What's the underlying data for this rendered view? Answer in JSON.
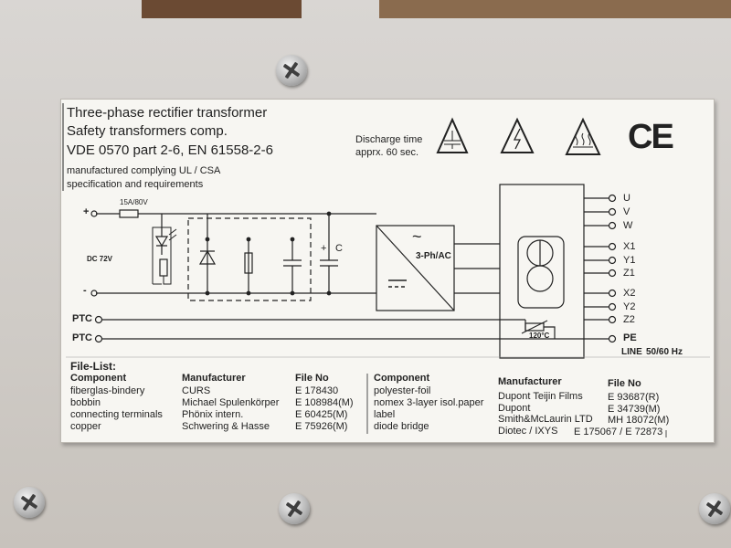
{
  "plate": {
    "title": "Three-phase rectifier transformer",
    "subtitle": "Safety transformers comp.",
    "standard": "VDE 0570 part 2-6, EN 61558-2-6",
    "ul_line1": "manufactured complying UL / CSA",
    "ul_line2": "specification and requirements",
    "discharge_line1": "Discharge time",
    "discharge_line2": "apprx. 60 sec.",
    "ce_mark": "CE"
  },
  "diagram": {
    "fuse": "15A/80V",
    "plus": "+",
    "minus": "-",
    "dc_voltage": "DC 72V",
    "cap_plus": "+",
    "cap_c": "C",
    "inverter_symbol": "~",
    "inverter_label": "3-Ph/AC",
    "ptc1": "PTC",
    "ptc2": "PTC",
    "thermal": "120°C",
    "terminals": [
      "U",
      "V",
      "W",
      "X1",
      "Y1",
      "Z1",
      "X2",
      "Y2",
      "Z2"
    ],
    "pe": "PE",
    "line": "LINE",
    "freq": "50/60 Hz"
  },
  "file_list": {
    "title": "File-List:",
    "headers": {
      "component": "Component",
      "manufacturer": "Manufacturer",
      "file_no": "File No"
    },
    "left": [
      {
        "component": "fiberglas-bindery",
        "manufacturer": "CURS",
        "file_no": "E  178430"
      },
      {
        "component": "bobbin",
        "manufacturer": "Michael Spulenkörper",
        "file_no": "E 108984(M)"
      },
      {
        "component": "connecting terminals",
        "manufacturer": "Phönix intern.",
        "file_no": "E  60425(M)"
      },
      {
        "component": "copper",
        "manufacturer": "Schwering & Hasse",
        "file_no": "E  75926(M)"
      }
    ],
    "right": [
      {
        "component": "polyester-foil",
        "manufacturer": "Dupont Teijin Films",
        "file_no": "E  93687(R)"
      },
      {
        "component": "nomex 3-layer isol.paper",
        "manufacturer": "Dupont",
        "file_no": "E  34739(M)"
      },
      {
        "component": "label",
        "manufacturer": "Smith&McLaurin LTD",
        "file_no": "MH 18072(M)"
      },
      {
        "component": "diode bridge",
        "manufacturer": "Diotec / IXYS",
        "file_no": "E 175067 / E 72873"
      }
    ]
  }
}
